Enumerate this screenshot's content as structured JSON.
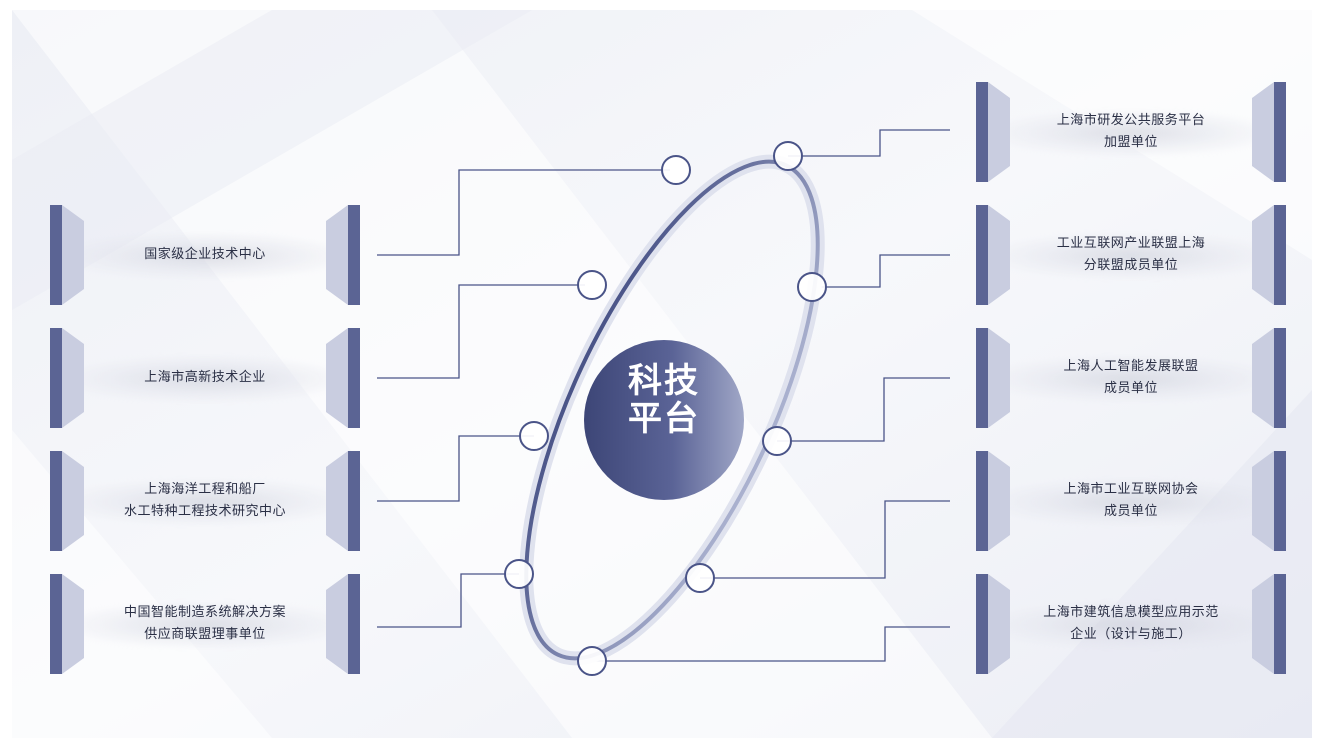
{
  "center": {
    "line1": "科技",
    "line2": "平台"
  },
  "left_items": [
    {
      "label": "国家级企业技术中心"
    },
    {
      "label": "上海市高新技术企业"
    },
    {
      "label": "上海海洋工程和船厂\n水工特种工程技术研究中心"
    },
    {
      "label": "中国智能制造系统解决方案\n供应商联盟理事单位"
    }
  ],
  "right_items": [
    {
      "label": "上海市研发公共服务平台\n加盟单位"
    },
    {
      "label": "工业互联网产业联盟上海\n分联盟成员单位"
    },
    {
      "label": "上海人工智能发展联盟\n成员单位"
    },
    {
      "label": "上海市工业互联网协会\n成员单位"
    },
    {
      "label": "上海市建筑信息模型应用示范\n企业（设计与施工）"
    }
  ],
  "colors": {
    "accent": "#4a5488",
    "accent_light": "#b6bcd6",
    "background": "#f5f6fa"
  }
}
